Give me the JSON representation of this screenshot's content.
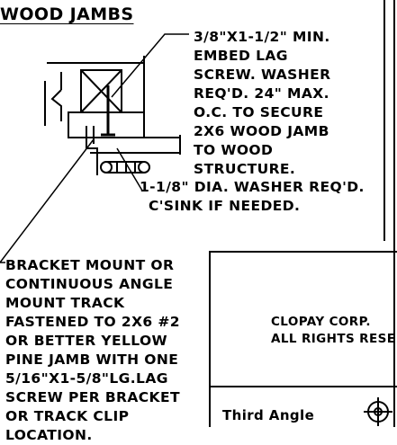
{
  "title": "WOOD  JAMBS",
  "notes": {
    "lag_screw": [
      "3/8\"x1-1/2\" MIN.",
      "EMBED LAG",
      "SCREW. WASHER",
      "REQ'D. 24\" MAX.",
      "O.C. TO SECURE",
      "2x6 WOOD JAMB",
      "TO WOOD",
      "STRUCTURE."
    ],
    "washer": [
      "1-1/8\" DIA. WASHER REQ'D.",
      "C'SINK IF NEEDED."
    ],
    "bracket": [
      "BRACKET MOUNT OR",
      "CONTINUOUS ANGLE",
      "MOUNT TRACK",
      "FASTENED TO 2X6 #2",
      "OR BETTER YELLOW",
      "PINE JAMB WITH ONE",
      "5/16\"X1-5/8\"LG.LAG",
      "SCREW PER BRACKET",
      "OR TRACK CLIP",
      "LOCATION."
    ]
  },
  "title_block": {
    "company": "CLOPAY CORP.",
    "rights": "ALL RIGHTS RESE",
    "projection": "Third  Angle"
  }
}
